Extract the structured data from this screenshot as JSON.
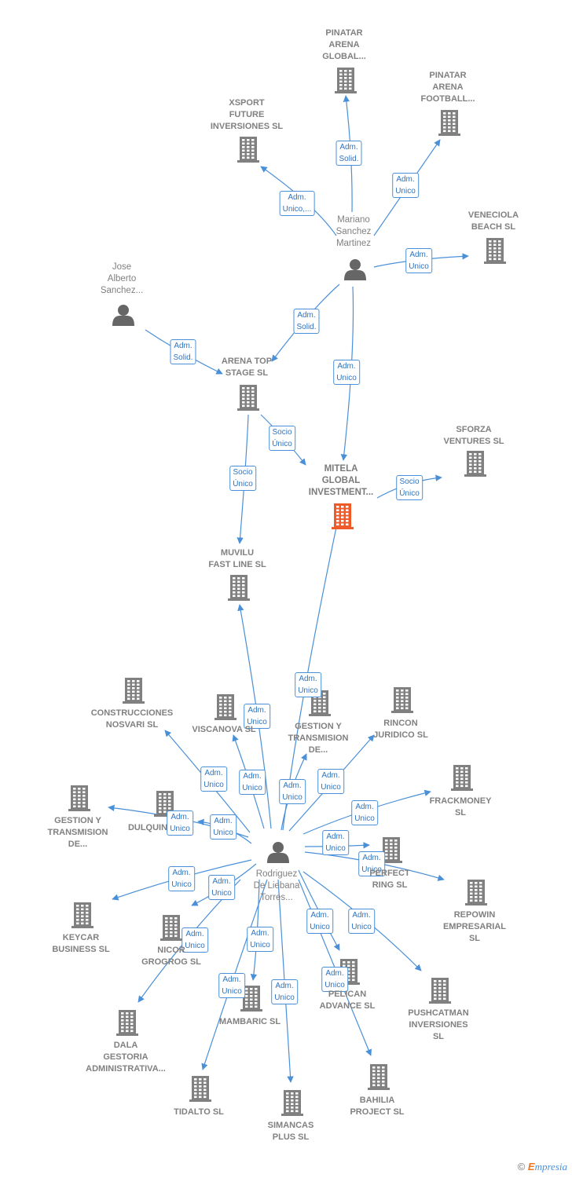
{
  "nodes": [
    {
      "id": "pinatar_global",
      "type": "company",
      "label": "PINATAR\nARENA\nGLOBAL..."
    },
    {
      "id": "pinatar_football",
      "type": "company",
      "label": "PINATAR\nARENA\nFOOTBALL..."
    },
    {
      "id": "xsport",
      "type": "company",
      "label": "XSPORT\nFUTURE\nINVERSIONES SL"
    },
    {
      "id": "veneciola",
      "type": "company",
      "label": "VENECIOLA\nBEACH SL"
    },
    {
      "id": "mariano",
      "type": "person",
      "label": "Mariano\nSanchez\nMartinez"
    },
    {
      "id": "jose",
      "type": "person",
      "label": "Jose\nAlberto\nSanchez..."
    },
    {
      "id": "arena_top",
      "type": "company",
      "label": "ARENA TOP\nSTAGE  SL"
    },
    {
      "id": "sforza",
      "type": "company",
      "label": "SFORZA\nVENTURES  SL"
    },
    {
      "id": "mitela",
      "type": "main",
      "label": "MITELA\nGLOBAL\nINVESTMENT..."
    },
    {
      "id": "muvilu",
      "type": "company",
      "label": "MUVILU\nFAST LINE  SL"
    },
    {
      "id": "construcciones",
      "type": "company",
      "label": "CONSTRUCCIONES\nNOSVARI SL"
    },
    {
      "id": "viscanova",
      "type": "company",
      "label": "VISCANOVA  SL"
    },
    {
      "id": "gestion_y_trans_center",
      "type": "company",
      "label": "GESTION Y\nTRANSMISION\nDE..."
    },
    {
      "id": "rincon",
      "type": "company",
      "label": "RINCON\nJURIDICO SL"
    },
    {
      "id": "frackmoney",
      "type": "company",
      "label": "FRACKMONEY\nSL"
    },
    {
      "id": "gestion_y_trans_left",
      "type": "company",
      "label": "GESTION Y\nTRANSMISION\nDE..."
    },
    {
      "id": "dulquin",
      "type": "company",
      "label": "DULQUIN"
    },
    {
      "id": "rodriguez",
      "type": "person",
      "label": "Rodriguez\nDe Liebana\nTorres..."
    },
    {
      "id": "perfect_ring",
      "type": "company",
      "label": "PERFECT\nRING  SL"
    },
    {
      "id": "repowin",
      "type": "company",
      "label": "REPOWIN\nEMPRESARIAL\nSL"
    },
    {
      "id": "keycar",
      "type": "company",
      "label": "KEYCAR\nBUSINESS  SL"
    },
    {
      "id": "nicor",
      "type": "company",
      "label": "NICOR\nGROGROG  SL"
    },
    {
      "id": "pelican",
      "type": "company",
      "label": "PELICAN\nADVANCE  SL"
    },
    {
      "id": "pushcatman",
      "type": "company",
      "label": "PUSHCATMAN\nINVERSIONES\nSL"
    },
    {
      "id": "mambaric",
      "type": "company",
      "label": "MAMBARIC  SL"
    },
    {
      "id": "dala",
      "type": "company",
      "label": "DALA\nGESTORIA\nADMINISTRATIVA..."
    },
    {
      "id": "tidalto",
      "type": "company",
      "label": "TIDALTO  SL"
    },
    {
      "id": "simancas",
      "type": "company",
      "label": "SIMANCAS\nPLUS  SL"
    },
    {
      "id": "bahilia",
      "type": "company",
      "label": "BAHILIA\nPROJECT  SL"
    }
  ],
  "edges": [
    {
      "from": "mariano",
      "to": "pinatar_global",
      "label": "Adm.\nSolid."
    },
    {
      "from": "mariano",
      "to": "pinatar_football",
      "label": "Adm.\nUnico"
    },
    {
      "from": "mariano",
      "to": "xsport",
      "label": "Adm.\nUnico,..."
    },
    {
      "from": "mariano",
      "to": "veneciola",
      "label": "Adm.\nUnico"
    },
    {
      "from": "mariano",
      "to": "arena_top",
      "label": "Adm.\nSolid."
    },
    {
      "from": "mariano",
      "to": "mitela",
      "label": "Adm.\nUnico"
    },
    {
      "from": "jose",
      "to": "arena_top",
      "label": "Adm.\nSolid."
    },
    {
      "from": "arena_top",
      "to": "mitela",
      "label": "Socio\nÚnico"
    },
    {
      "from": "arena_top",
      "to": "muvilu",
      "label": "Socio\nÚnico"
    },
    {
      "from": "mitela",
      "to": "sforza",
      "label": "Socio\nÚnico"
    },
    {
      "from": "rodriguez",
      "to": "mitela",
      "label": "Adm.\nUnico"
    },
    {
      "from": "rodriguez",
      "to": "muvilu",
      "label": "Adm.\nUnico"
    },
    {
      "from": "rodriguez",
      "to": "construcciones",
      "label": "Adm.\nUnico"
    },
    {
      "from": "rodriguez",
      "to": "viscanova",
      "label": "Adm.\nUnico"
    },
    {
      "from": "rodriguez",
      "to": "gestion_y_trans_center",
      "label": "Adm.\nUnico"
    },
    {
      "from": "rodriguez",
      "to": "rincon",
      "label": "Adm.\nUnico"
    },
    {
      "from": "rodriguez",
      "to": "frackmoney",
      "label": "Adm.\nUnico"
    },
    {
      "from": "rodriguez",
      "to": "gestion_y_trans_left",
      "label": "Adm.\nUnico"
    },
    {
      "from": "rodriguez",
      "to": "dulquin",
      "label": "Adm.\nUnico"
    },
    {
      "from": "rodriguez",
      "to": "perfect_ring",
      "label": "Adm.\nUnico"
    },
    {
      "from": "rodriguez",
      "to": "repowin",
      "label": "Adm.\nUnico"
    },
    {
      "from": "rodriguez",
      "to": "keycar",
      "label": "Adm.\nUnico"
    },
    {
      "from": "rodriguez",
      "to": "nicor",
      "label": "Adm.\nUnico"
    },
    {
      "from": "rodriguez",
      "to": "pelican",
      "label": "Adm.\nUnico"
    },
    {
      "from": "rodriguez",
      "to": "pushcatman",
      "label": "Adm.\nUnico"
    },
    {
      "from": "rodriguez",
      "to": "mambaric",
      "label": "Adm.\nUnico"
    },
    {
      "from": "rodriguez",
      "to": "dala",
      "label": "Adm.\nUnico"
    },
    {
      "from": "rodriguez",
      "to": "tidalto",
      "label": "Adm.\nUnico"
    },
    {
      "from": "rodriguez",
      "to": "simancas",
      "label": "Adm.\nUnico"
    },
    {
      "from": "rodriguez",
      "to": "bahilia",
      "label": "Adm.\nUnico"
    }
  ],
  "footer": {
    "copyright": "©",
    "brand_first": "E",
    "brand_rest": "mpresia"
  },
  "colors": {
    "edge": "#4a90d9",
    "company_icon": "#808080",
    "main_icon": "#f05a28",
    "person_icon": "#666666"
  }
}
